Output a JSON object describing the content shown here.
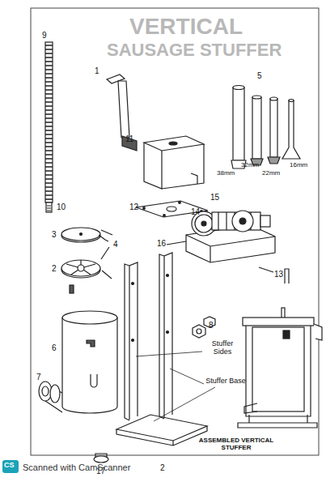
{
  "diagram": {
    "labels": [
      "VERTICAL",
      "SAUSAGE STUFFER",
      "1",
      "9",
      "5",
      "38mm",
      "32mm",
      "22mm",
      "16mm",
      "11",
      "10",
      "12",
      "15",
      "14",
      "3",
      "4",
      "16",
      "13",
      "2",
      "6",
      "8",
      "Stuffer Sides",
      "Stuffer Base",
      "7",
      "17",
      "ASSEMBLED VERTICAL STUFFER",
      "2",
      "CS",
      "Scanned with CamScanner"
    ]
  }
}
